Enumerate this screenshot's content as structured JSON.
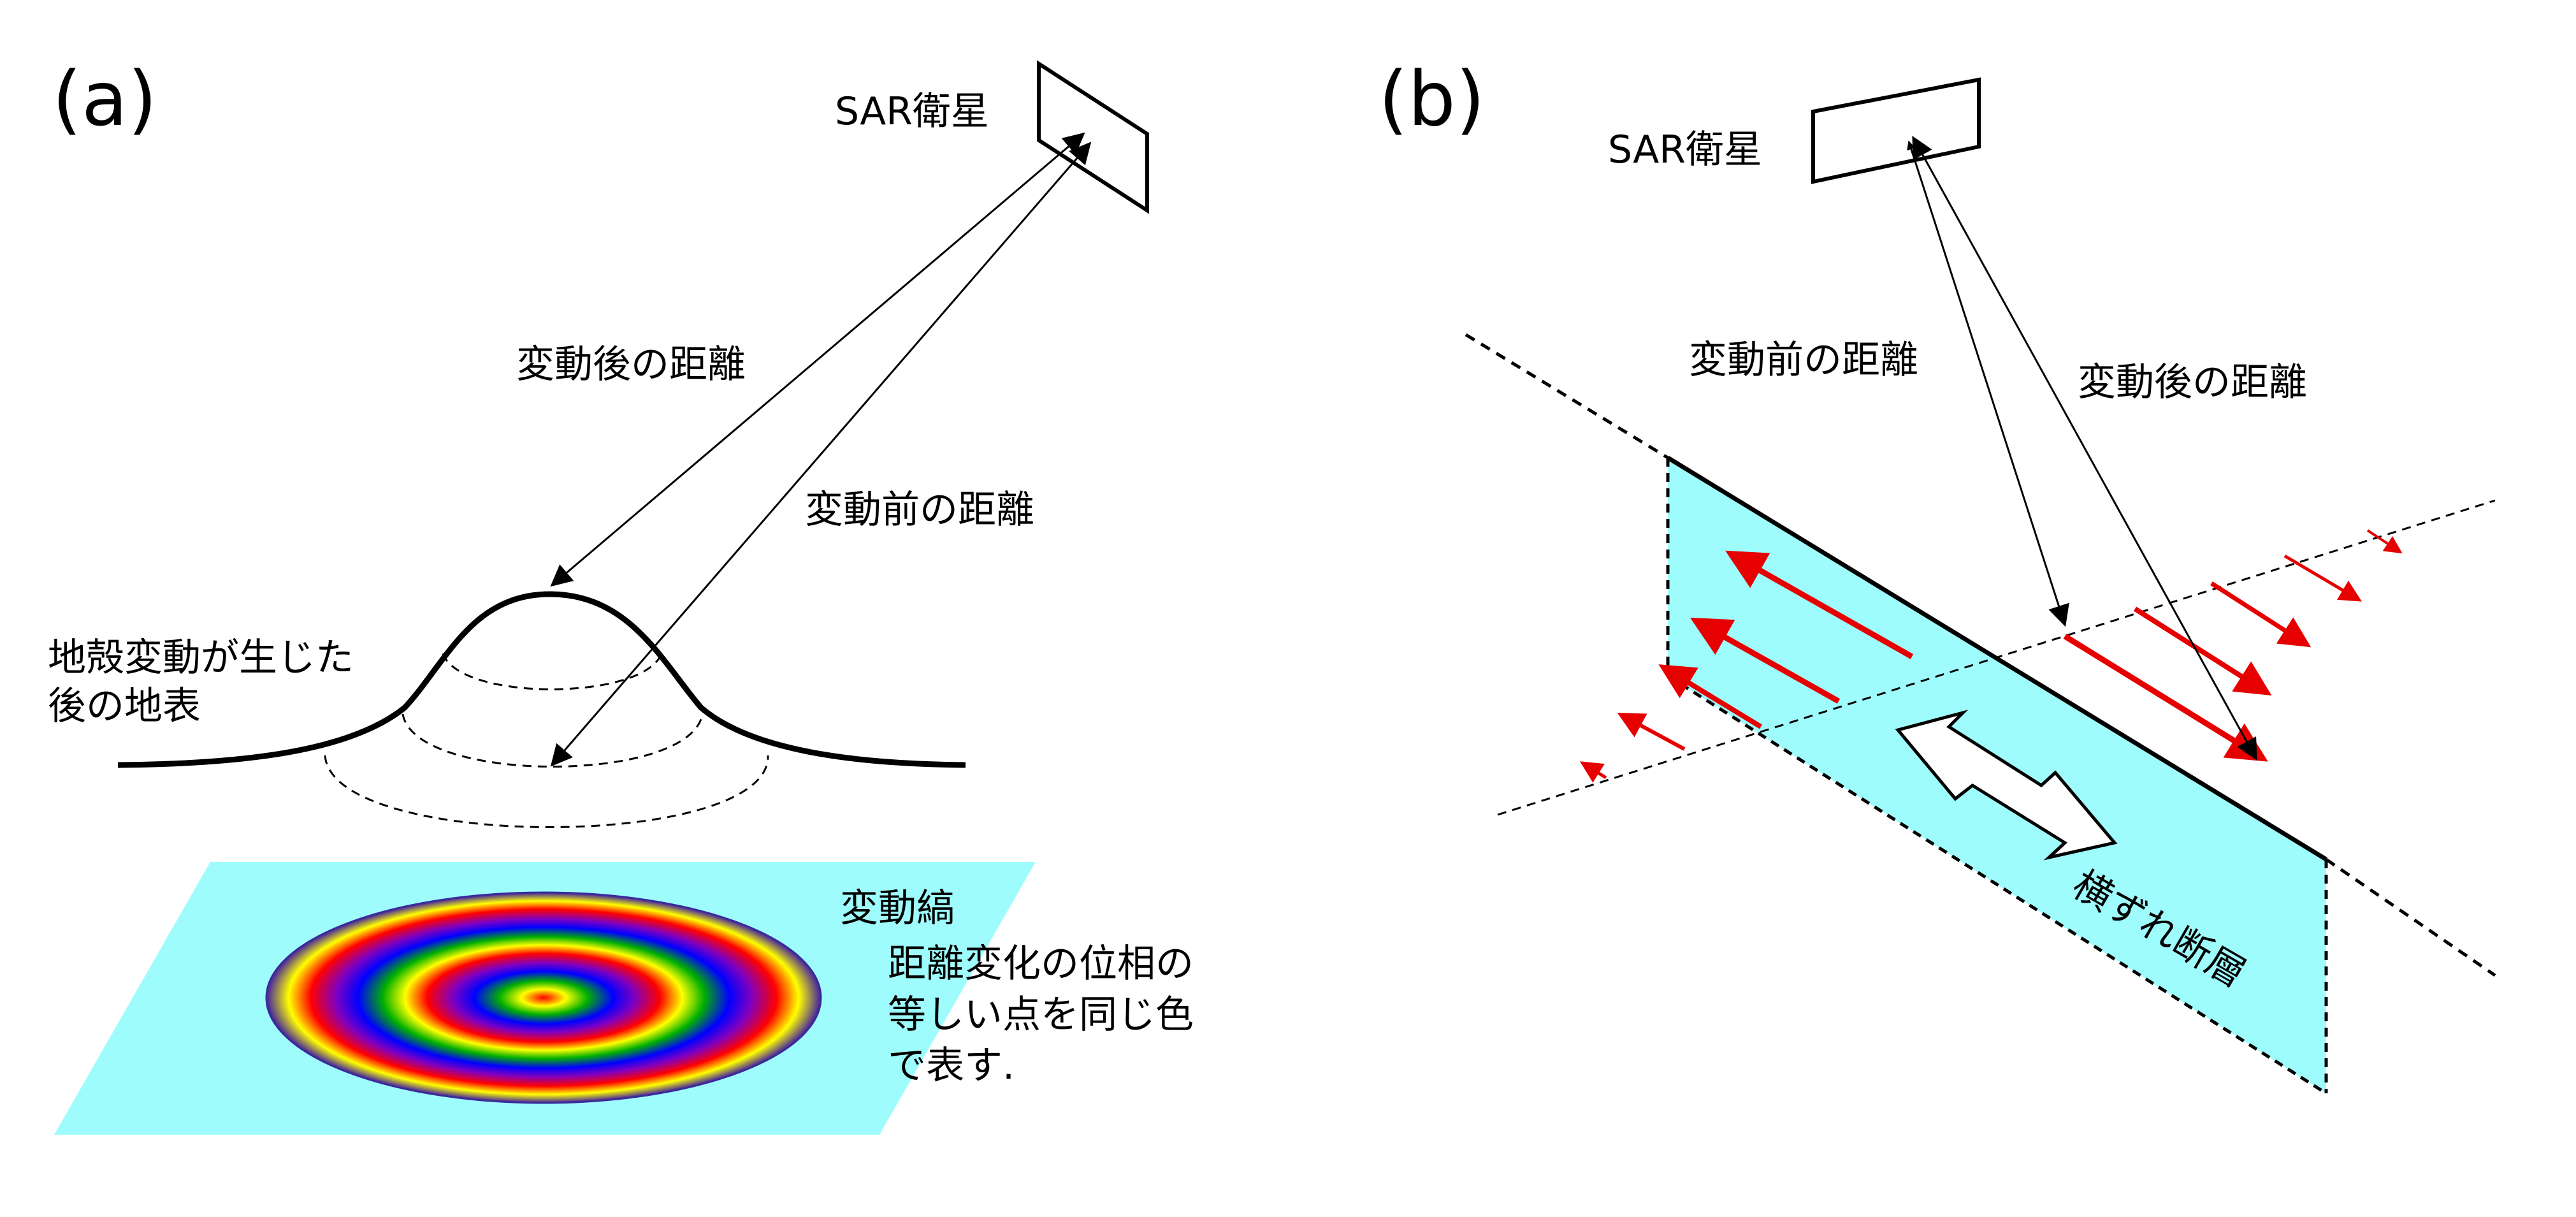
{
  "panel_a": {
    "panel_label": "(a)",
    "satellite_label": "SAR衛星",
    "distance_after_label": "変動後の距離",
    "distance_before_label": "変動前の距離",
    "surface_label_line1": "地殻変動が生じた",
    "surface_label_line2": "後の地表",
    "fringe_label": "変動縞",
    "fringe_desc_line1": "距離変化の位相の",
    "fringe_desc_line2": "等しい点を同じ色",
    "fringe_desc_line3": "で表す.",
    "colors": {
      "ground_plane": "#9ffcfc",
      "fringe_outline": "#3b2a9a"
    }
  },
  "panel_b": {
    "panel_label": "(b)",
    "satellite_label": "SAR衛星",
    "distance_before_label": "変動前の距離",
    "distance_after_label": "変動後の距離",
    "fault_label": "横ずれ断層",
    "colors": {
      "fault_plane": "#9ffcfc",
      "slip_arrows": "#e60000",
      "motion_arrow_fill": "#ffffff"
    }
  }
}
